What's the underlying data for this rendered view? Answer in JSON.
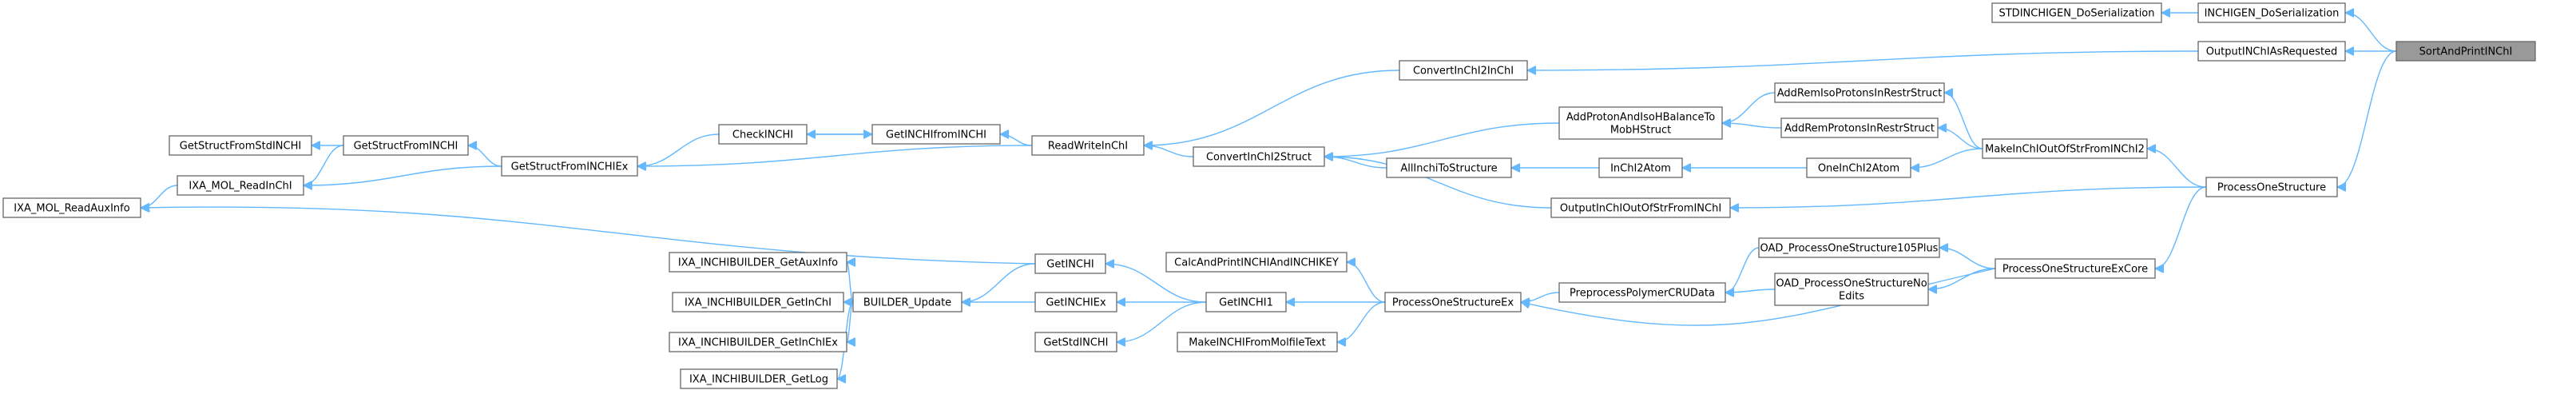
{
  "graph": {
    "title": "",
    "edge_color": "#63b8ff",
    "node_border_color": "#666666",
    "root_fill_color": "#999999",
    "nodes": [
      {
        "id": "SortAndPrintINChI",
        "lines": [
          "SortAndPrintINChI"
        ],
        "root": true
      },
      {
        "id": "INCHIGEN_DoSerialization",
        "lines": [
          "INCHIGEN_DoSerialization"
        ]
      },
      {
        "id": "STDINCHIGEN_DoSerialization",
        "lines": [
          "STDINCHIGEN_DoSerialization"
        ]
      },
      {
        "id": "OutputINChIAsRequested",
        "lines": [
          "OutputINChIAsRequested"
        ]
      },
      {
        "id": "ConvertInChI2InChI",
        "lines": [
          "ConvertInChI2InChI"
        ]
      },
      {
        "id": "ReadWriteInChI",
        "lines": [
          "ReadWriteInChI"
        ]
      },
      {
        "id": "GetINCHIfromINCHI",
        "lines": [
          "GetINCHIfromINCHI"
        ]
      },
      {
        "id": "CheckINCHI",
        "lines": [
          "CheckINCHI"
        ]
      },
      {
        "id": "GetStructFromINCHIEx",
        "lines": [
          "GetStructFromINCHIEx"
        ]
      },
      {
        "id": "GetStructFromINCHI",
        "lines": [
          "GetStructFromINCHI"
        ]
      },
      {
        "id": "GetStructFromStdINCHI",
        "lines": [
          "GetStructFromStdINCHI"
        ]
      },
      {
        "id": "IXA_MOL_ReadInChI",
        "lines": [
          "IXA_MOL_ReadInChI"
        ]
      },
      {
        "id": "IXA_MOL_ReadAuxInfo",
        "lines": [
          "IXA_MOL_ReadAuxInfo"
        ]
      },
      {
        "id": "ProcessOneStructure",
        "lines": [
          "ProcessOneStructure"
        ]
      },
      {
        "id": "MakeInChIOutOfStrFromINChI2",
        "lines": [
          "MakeInChIOutOfStrFromINChI2"
        ]
      },
      {
        "id": "AddRemIsoProtonsInRestrStruct",
        "lines": [
          "AddRemIsoProtonsInRestrStruct"
        ]
      },
      {
        "id": "AddRemProtonsInRestrStruct",
        "lines": [
          "AddRemProtonsInRestrStruct"
        ]
      },
      {
        "id": "AddProtonAndIsoHBalanceToMobHStruct",
        "lines": [
          "AddProtonAndIsoHBalanceTo",
          "MobHStruct"
        ]
      },
      {
        "id": "ConvertInChI2Struct",
        "lines": [
          "ConvertInChI2Struct"
        ]
      },
      {
        "id": "OneInChI2Atom",
        "lines": [
          "OneInChI2Atom"
        ]
      },
      {
        "id": "InChI2Atom",
        "lines": [
          "InChI2Atom"
        ]
      },
      {
        "id": "AllInchiToStructure",
        "lines": [
          "AllInchiToStructure"
        ]
      },
      {
        "id": "OutputInChIOutOfStrFromINChI",
        "lines": [
          "OutputInChIOutOfStrFromINChI"
        ]
      },
      {
        "id": "ProcessOneStructureExCore",
        "lines": [
          "ProcessOneStructureExCore"
        ]
      },
      {
        "id": "OAD_ProcessOneStructure105Plus",
        "lines": [
          "OAD_ProcessOneStructure105Plus"
        ]
      },
      {
        "id": "OAD_ProcessOneStructureNoEdits",
        "lines": [
          "OAD_ProcessOneStructureNo",
          "Edits"
        ]
      },
      {
        "id": "PreprocessPolymerCRUData",
        "lines": [
          "PreprocessPolymerCRUData"
        ]
      },
      {
        "id": "ProcessOneStructureEx",
        "lines": [
          "ProcessOneStructureEx"
        ]
      },
      {
        "id": "CalcAndPrintINCHIAndINCHIKEY",
        "lines": [
          "CalcAndPrintINCHIAndINCHIKEY"
        ]
      },
      {
        "id": "MakeINCHIFromMolfileText",
        "lines": [
          "MakeINCHIFromMolfileText"
        ]
      },
      {
        "id": "GetINCHI1",
        "lines": [
          "GetINCHI1"
        ]
      },
      {
        "id": "GetINCHI",
        "lines": [
          "GetINCHI"
        ]
      },
      {
        "id": "GetINCHIEx",
        "lines": [
          "GetINCHIEx"
        ]
      },
      {
        "id": "GetStdINCHI",
        "lines": [
          "GetStdINCHI"
        ]
      },
      {
        "id": "BUILDER_Update",
        "lines": [
          "BUILDER_Update"
        ]
      },
      {
        "id": "IXA_INCHIBUILDER_GetAuxInfo",
        "lines": [
          "IXA_INCHIBUILDER_GetAuxInfo"
        ]
      },
      {
        "id": "IXA_INCHIBUILDER_GetInChI",
        "lines": [
          "IXA_INCHIBUILDER_GetInChI"
        ]
      },
      {
        "id": "IXA_INCHIBUILDER_GetInChIEx",
        "lines": [
          "IXA_INCHIBUILDER_GetInChIEx"
        ]
      },
      {
        "id": "IXA_INCHIBUILDER_GetLog",
        "lines": [
          "IXA_INCHIBUILDER_GetLog"
        ]
      }
    ],
    "edges": [
      [
        "INCHIGEN_DoSerialization",
        "SortAndPrintINChI"
      ],
      [
        "STDINCHIGEN_DoSerialization",
        "INCHIGEN_DoSerialization"
      ],
      [
        "OutputINChIAsRequested",
        "SortAndPrintINChI"
      ],
      [
        "ConvertInChI2InChI",
        "OutputINChIAsRequested"
      ],
      [
        "ReadWriteInChI",
        "ConvertInChI2InChI"
      ],
      [
        "GetINCHIfromINCHI",
        "ReadWriteInChI"
      ],
      [
        "CheckINCHI",
        "GetINCHIfromINCHI"
      ],
      [
        "GetINCHIfromINCHI",
        "CheckINCHI"
      ],
      [
        "GetStructFromINCHIEx",
        "CheckINCHI"
      ],
      [
        "GetStructFromINCHIEx",
        "ReadWriteInChI"
      ],
      [
        "GetStructFromINCHI",
        "GetStructFromINCHIEx"
      ],
      [
        "GetStructFromStdINCHI",
        "GetStructFromINCHI"
      ],
      [
        "IXA_MOL_ReadInChI",
        "GetStructFromINCHI"
      ],
      [
        "IXA_MOL_ReadInChI",
        "GetStructFromINCHIEx"
      ],
      [
        "IXA_MOL_ReadAuxInfo",
        "IXA_MOL_ReadInChI"
      ],
      [
        "ProcessOneStructure",
        "SortAndPrintINChI"
      ],
      [
        "MakeInChIOutOfStrFromINChI2",
        "ProcessOneStructure"
      ],
      [
        "AddRemIsoProtonsInRestrStruct",
        "MakeInChIOutOfStrFromINChI2"
      ],
      [
        "AddRemProtonsInRestrStruct",
        "MakeInChIOutOfStrFromINChI2"
      ],
      [
        "AddProtonAndIsoHBalanceToMobHStruct",
        "AddRemIsoProtonsInRestrStruct"
      ],
      [
        "AddProtonAndIsoHBalanceToMobHStruct",
        "AddRemProtonsInRestrStruct"
      ],
      [
        "ConvertInChI2Struct",
        "AddProtonAndIsoHBalanceToMobHStruct"
      ],
      [
        "ReadWriteInChI",
        "ConvertInChI2Struct"
      ],
      [
        "OneInChI2Atom",
        "MakeInChIOutOfStrFromINChI2"
      ],
      [
        "InChI2Atom",
        "OneInChI2Atom"
      ],
      [
        "AllInchiToStructure",
        "InChI2Atom"
      ],
      [
        "ConvertInChI2Struct",
        "AllInchiToStructure"
      ],
      [
        "OutputInChIOutOfStrFromINChI",
        "ProcessOneStructure"
      ],
      [
        "ConvertInChI2Struct",
        "OutputInChIOutOfStrFromINChI"
      ],
      [
        "ProcessOneStructureExCore",
        "ProcessOneStructure"
      ],
      [
        "OAD_ProcessOneStructure105Plus",
        "ProcessOneStructureExCore"
      ],
      [
        "OAD_ProcessOneStructureNoEdits",
        "ProcessOneStructureExCore"
      ],
      [
        "PreprocessPolymerCRUData",
        "OAD_ProcessOneStructure105Plus"
      ],
      [
        "PreprocessPolymerCRUData",
        "OAD_ProcessOneStructureNoEdits"
      ],
      [
        "ProcessOneStructureEx",
        "PreprocessPolymerCRUData"
      ],
      [
        "ProcessOneStructureEx",
        "ProcessOneStructureExCore"
      ],
      [
        "CalcAndPrintINCHIAndINCHIKEY",
        "ProcessOneStructureEx"
      ],
      [
        "GetINCHI1",
        "ProcessOneStructureEx"
      ],
      [
        "MakeINCHIFromMolfileText",
        "ProcessOneStructureEx"
      ],
      [
        "GetINCHI",
        "GetINCHI1"
      ],
      [
        "GetINCHIEx",
        "GetINCHI1"
      ],
      [
        "GetStdINCHI",
        "GetINCHI1"
      ],
      [
        "BUILDER_Update",
        "GetINCHI"
      ],
      [
        "BUILDER_Update",
        "GetINCHIEx"
      ],
      [
        "IXA_INCHIBUILDER_GetAuxInfo",
        "BUILDER_Update"
      ],
      [
        "IXA_INCHIBUILDER_GetInChI",
        "BUILDER_Update"
      ],
      [
        "IXA_INCHIBUILDER_GetInChIEx",
        "BUILDER_Update"
      ],
      [
        "IXA_INCHIBUILDER_GetLog",
        "BUILDER_Update"
      ],
      [
        "IXA_MOL_ReadAuxInfo",
        "GetINCHI"
      ]
    ]
  }
}
